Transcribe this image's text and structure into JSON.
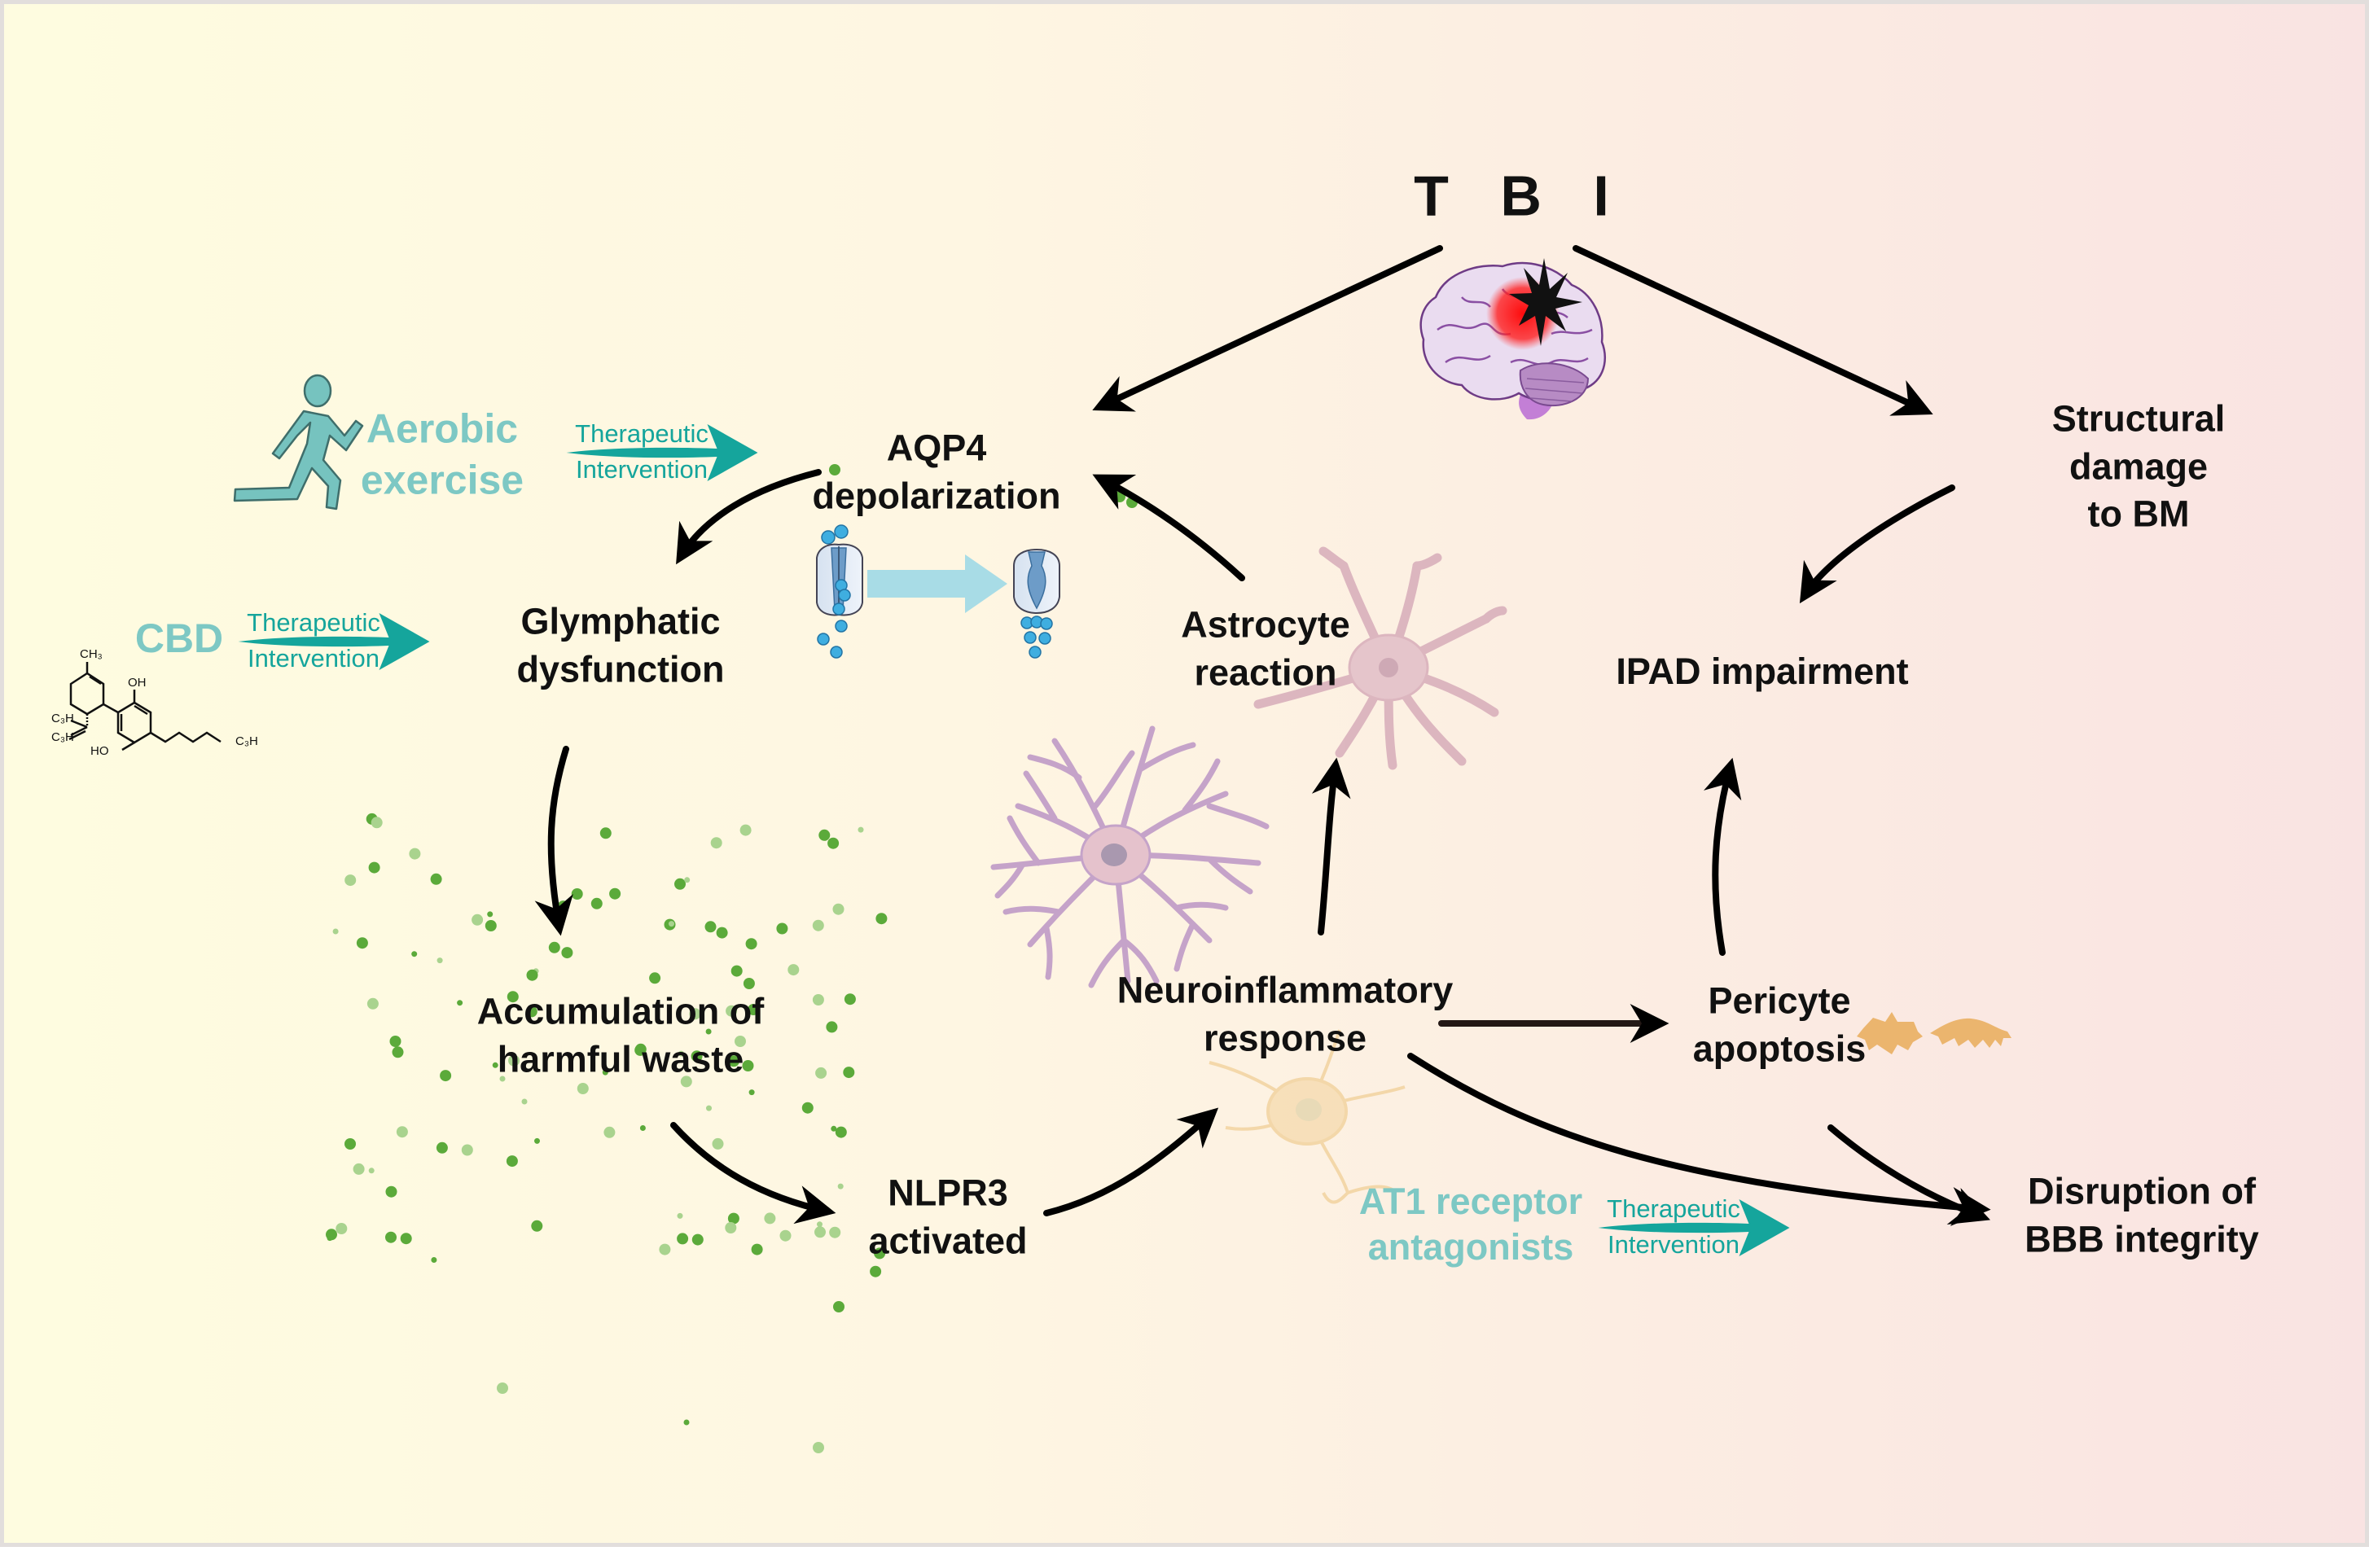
{
  "colors": {
    "text": "#111111",
    "intervention_label": "#7DC8C4",
    "intervention_arrow": "#15A59C",
    "arrow": "#000000",
    "waste_dark": "#5BAA3A",
    "waste_light": "#A9D38E",
    "cell_purple": "#C9A7C9",
    "pericyte": "#EBB56E",
    "water": "#3FAEE0"
  },
  "nodes": {
    "tbi": "T B I",
    "aqp4": [
      "AQP4",
      "depolarization"
    ],
    "structural": [
      "Structural",
      "damage",
      "to BM"
    ],
    "glymphatic": [
      "Glymphatic",
      "dysfunction"
    ],
    "astrocyte": [
      "Astrocyte",
      "reaction"
    ],
    "ipad": "IPAD impairment",
    "accumulation": [
      "Accumulation of",
      "harmful waste"
    ],
    "neuroinflammatory": [
      "Neuroinflammatory",
      "response"
    ],
    "pericyte": [
      "Pericyte",
      "apoptosis"
    ],
    "nlpr3": [
      "NLPR3",
      "activated"
    ],
    "bbb": [
      "Disruption of",
      "BBB integrity"
    ]
  },
  "interventions": [
    {
      "agent": [
        "Aerobic",
        "exercise"
      ],
      "label_top": "Therapeutic",
      "label_bottom": "Intervention",
      "target": "AQP4 depolarization"
    },
    {
      "agent": [
        "CBD"
      ],
      "label_top": "Therapeutic",
      "label_bottom": "Intervention",
      "target": "Glymphatic dysfunction"
    },
    {
      "agent": [
        "AT1 receptor",
        "antagonists"
      ],
      "label_top": "Therapeutic",
      "label_bottom": "Intervention",
      "target": "Disruption of BBB integrity"
    }
  ],
  "molecule": {
    "name": "CBD",
    "labels": {
      "ch3": "CH₃",
      "oh": "OH",
      "ho": "HO",
      "c3h_a": "C₃H",
      "c3h_b": "C₃H",
      "c3h_c": "C₃H"
    }
  },
  "edges": [
    [
      "TBI",
      "AQP4 depolarization"
    ],
    [
      "TBI",
      "Structural damage to BM"
    ],
    [
      "AQP4 depolarization",
      "Glymphatic dysfunction"
    ],
    [
      "Astrocyte reaction",
      "AQP4 depolarization"
    ],
    [
      "Structural damage to BM",
      "IPAD impairment"
    ],
    [
      "Glymphatic dysfunction",
      "Accumulation of harmful waste"
    ],
    [
      "Accumulation of harmful waste",
      "NLPR3 activated"
    ],
    [
      "NLPR3 activated",
      "Neuroinflammatory response"
    ],
    [
      "Neuroinflammatory response",
      "Astrocyte reaction"
    ],
    [
      "Neuroinflammatory response",
      "Pericyte apoptosis"
    ],
    [
      "Neuroinflammatory response",
      "Disruption of BBB integrity"
    ],
    [
      "Pericyte apoptosis",
      "IPAD impairment"
    ],
    [
      "Pericyte apoptosis",
      "Disruption of BBB integrity"
    ]
  ]
}
